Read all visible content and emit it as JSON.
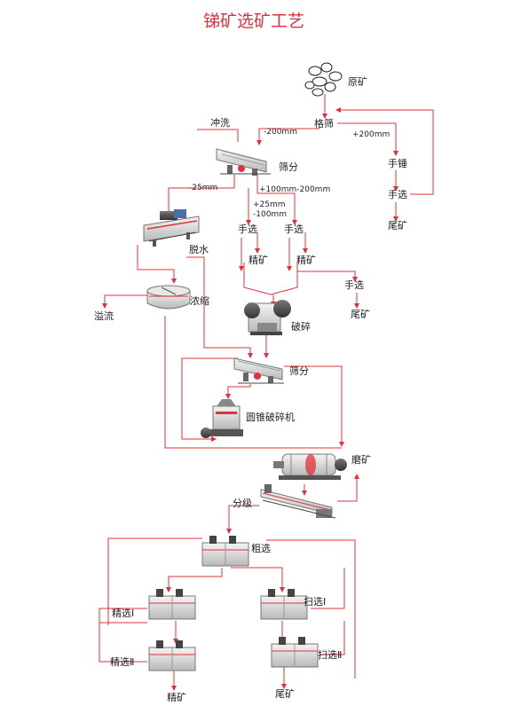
{
  "title": "锑矿选矿工艺",
  "colors": {
    "accent": "#e0303c",
    "machine": "#d8d8d8",
    "machine_dark": "#555555"
  },
  "labels": {
    "raw_ore": "原矿",
    "grid_screen": "格筛",
    "wash": "冲洗",
    "minus200": "-200mm",
    "plus200": "+200mm",
    "hammer": "手锤",
    "hand_pick_top": "手选",
    "tailings_top": "尾矿",
    "screening": "筛分",
    "minus25": "-25mm",
    "range100_200": "+100mm-200mm",
    "plus25": "+25mm",
    "minus100": "-100mm",
    "hand_pick_a": "手选",
    "hand_pick_b": "手选",
    "concentrate_a": "精矿",
    "concentrate_b": "精矿",
    "dewater": "脱水",
    "hand_pick_c": "手选",
    "tailings_mid": "尾矿",
    "thicken": "浓缩",
    "overflow": "溢流",
    "crushing": "破碎",
    "screening2": "筛分",
    "cone_crusher": "圆锥破碎机",
    "grinding": "磨矿",
    "classify": "分级",
    "rougher": "粗选",
    "cleaner1": "精选Ⅰ",
    "scav1": "扫选Ⅰ",
    "cleaner2": "精选Ⅱ",
    "scav2": "扫选Ⅱ",
    "final_concentrate": "精矿",
    "final_tailings": "尾矿"
  }
}
